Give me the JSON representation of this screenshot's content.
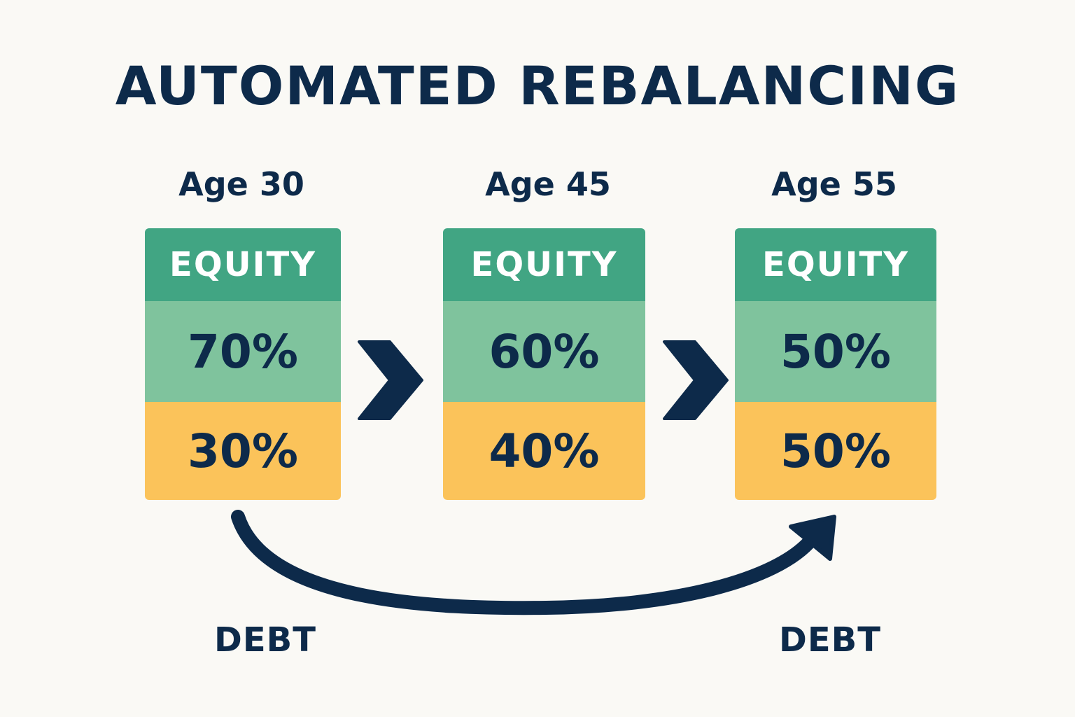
{
  "title": "AUTOMATED REBALANCING",
  "stages": [
    {
      "age_label": "Age 30",
      "header": "EQUITY",
      "equity_pct": "70%",
      "debt_pct": "30%"
    },
    {
      "age_label": "Age 45",
      "header": "EQUITY",
      "equity_pct": "60%",
      "debt_pct": "40%"
    },
    {
      "age_label": "Age 55",
      "header": "EQUITY",
      "equity_pct": "50%",
      "debt_pct": "50%"
    }
  ],
  "bottom_labels": {
    "left": "DEBT",
    "right": "DEBT"
  },
  "colors": {
    "navy": "#0d2a4a",
    "equity_header": "#41a583",
    "equity_body": "#7fc39d",
    "debt": "#fbc35a",
    "background": "#faf9f5"
  },
  "icons": [
    "chevron-right-icon",
    "chevron-right-icon",
    "curved-arrow-icon"
  ]
}
